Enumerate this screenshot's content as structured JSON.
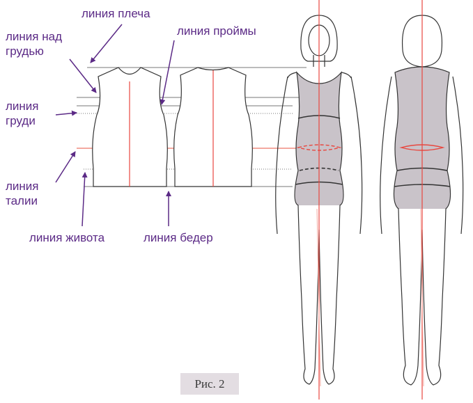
{
  "labels": {
    "shoulder": "линия плеча",
    "above_bust_1": "линия над",
    "above_bust_2": "грудью",
    "armhole": "линия проймы",
    "bust_1": "линия",
    "bust_2": "груди",
    "waist_1": "линия",
    "waist_2": "талии",
    "belly": "линия живота",
    "hips": "линия бедер"
  },
  "caption": "Рис. 2",
  "colors": {
    "label_text": "#5b2a86",
    "arrow": "#5b2a86",
    "center_line": "#e8473f",
    "waist_line": "#f4a9a0",
    "body_fill": "#c9c3c9",
    "outline": "#333333",
    "caption_bg": "#e3dde2"
  }
}
